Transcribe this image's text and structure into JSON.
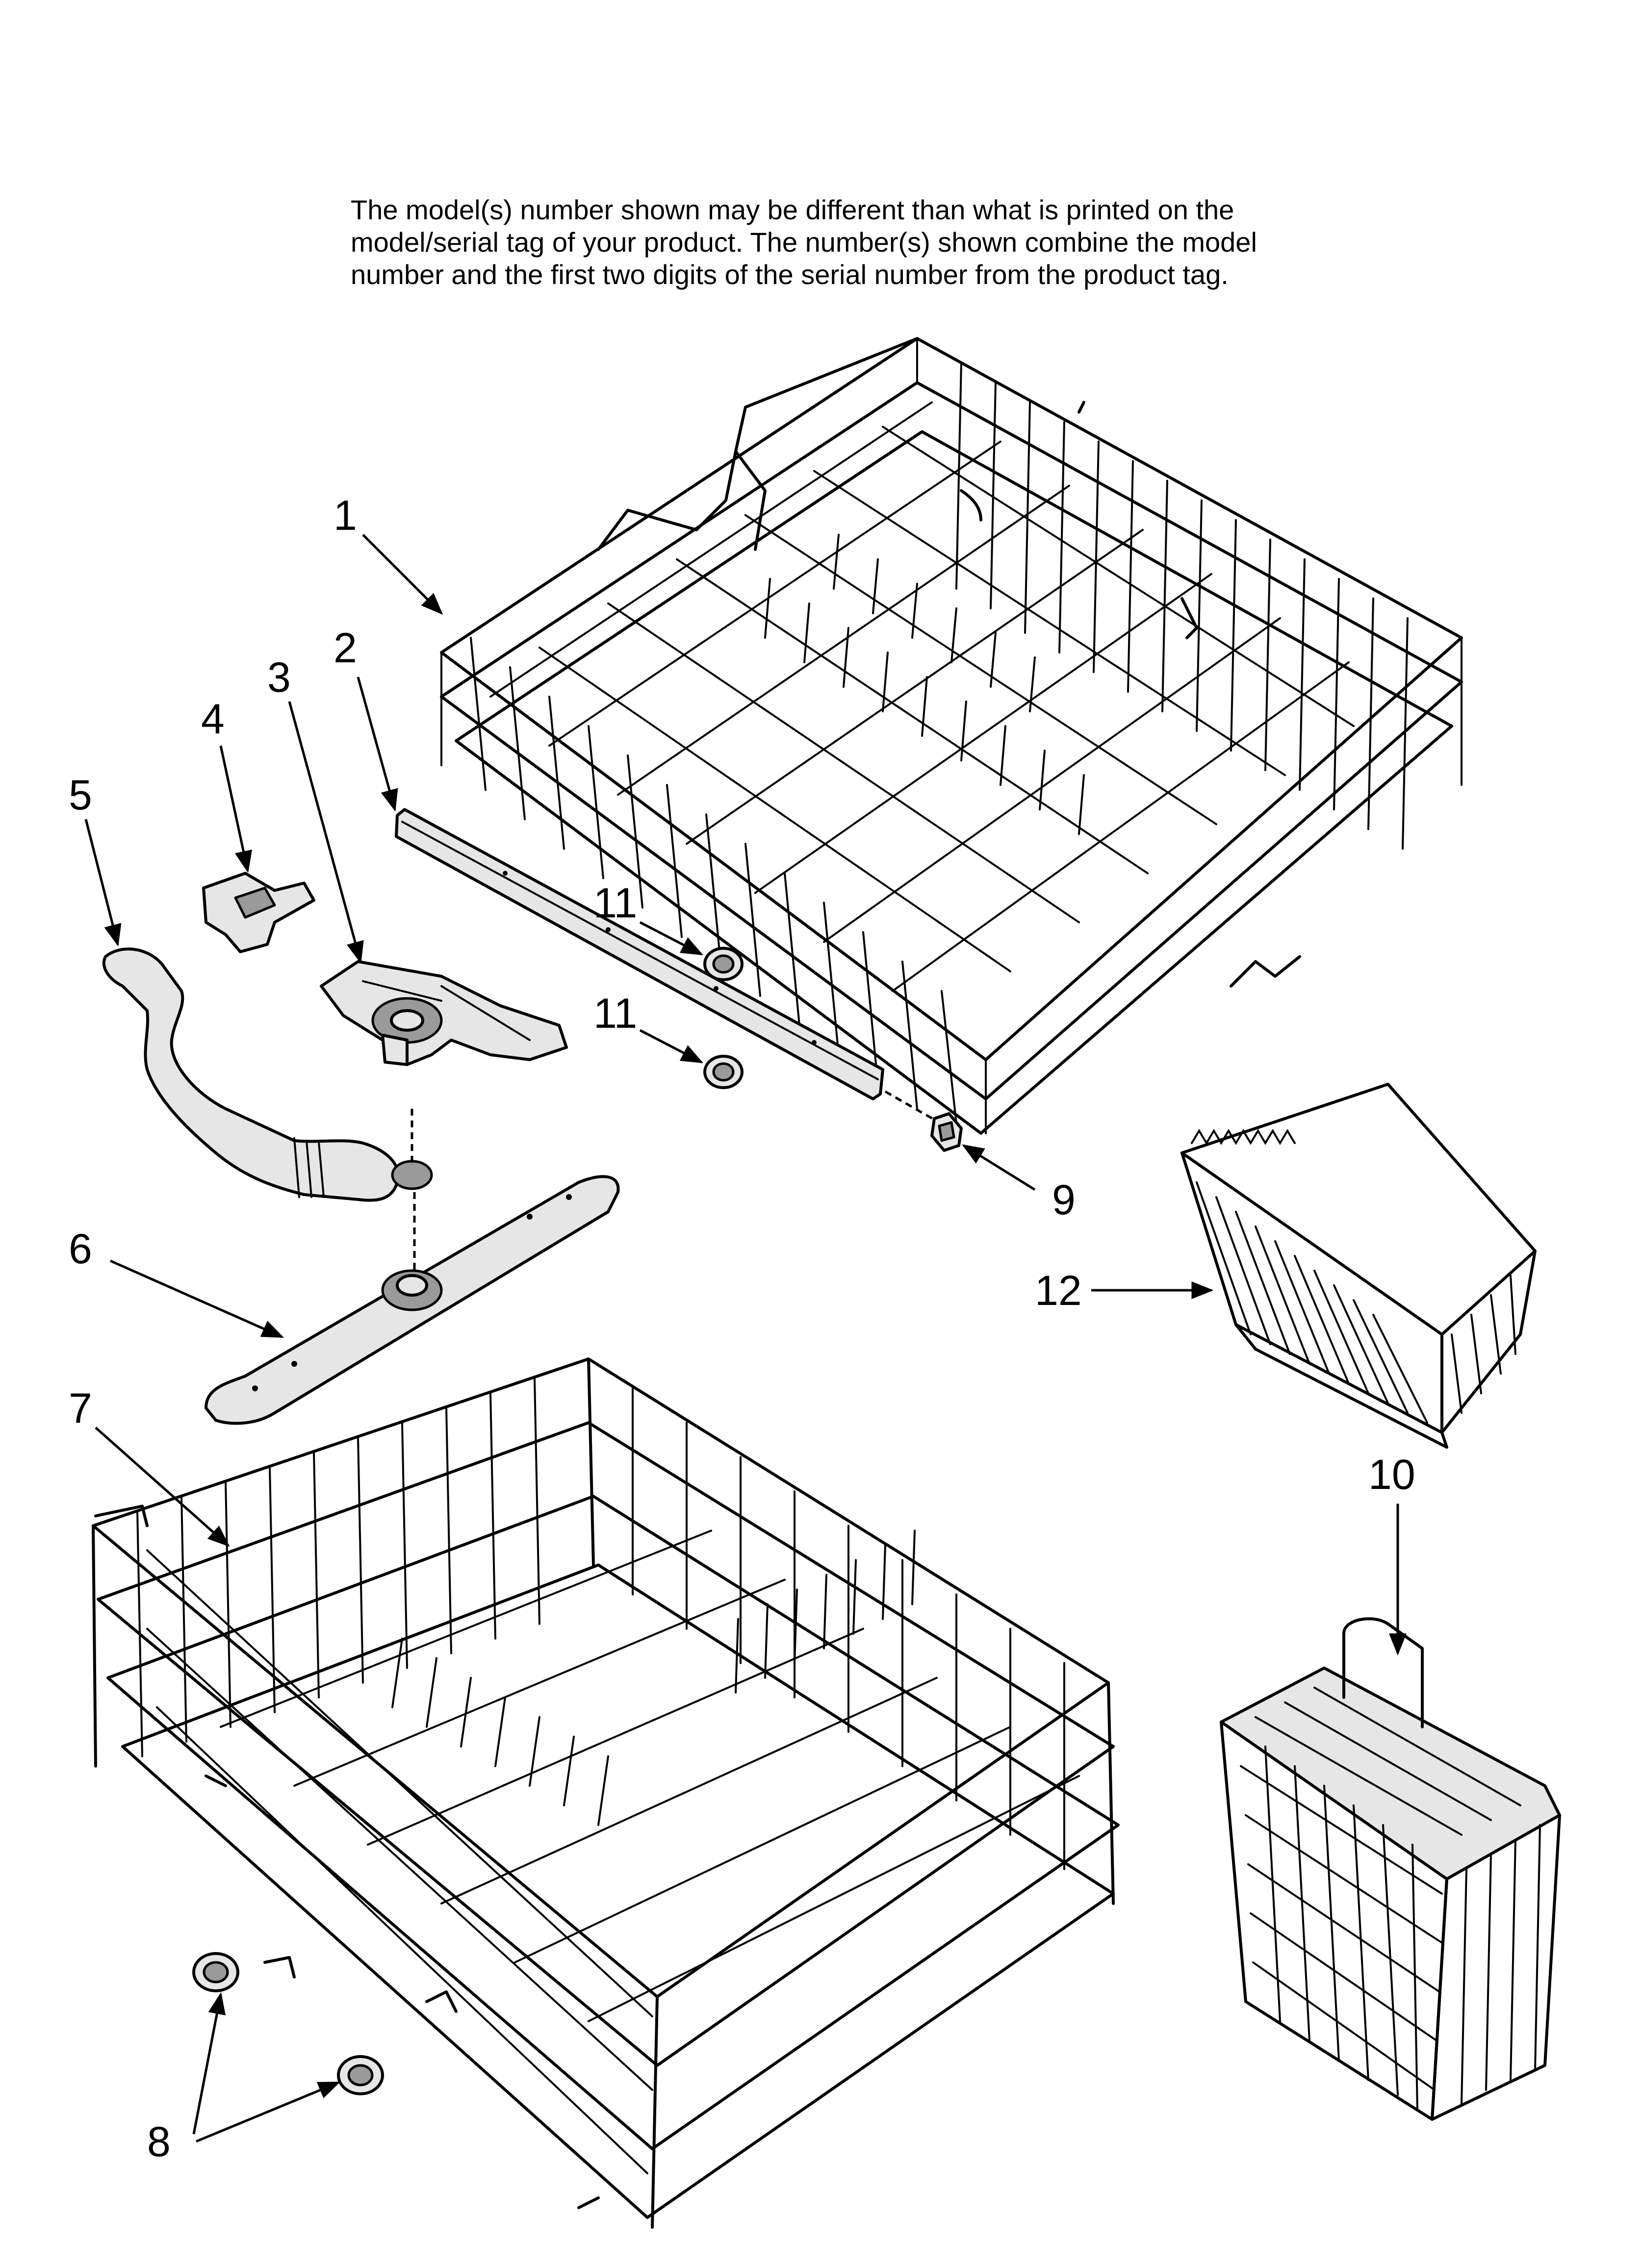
{
  "notice": {
    "lines": [
      "The model(s) number shown may be different than what is printed on the",
      "model/serial tag of your product. The number(s) shown combine the model",
      "number and the first two digits of the serial number from the product tag."
    ]
  },
  "callouts": {
    "c1": "1",
    "c2": "2",
    "c3": "3",
    "c4": "4",
    "c5": "5",
    "c6": "6",
    "c7": "7",
    "c8": "8",
    "c9": "9",
    "c10": "10",
    "c11a": "11",
    "c11b": "11",
    "c12": "12"
  },
  "icons": {
    "upper_rack": "upper-dishrack-icon",
    "lower_rack": "lower-dishrack-icon",
    "rail": "rack-adjuster-rail-icon",
    "spray_arm": "lower-spray-arm-icon",
    "manifold": "spray-manifold-icon",
    "clip": "clip-icon",
    "feed_tube": "feed-tube-icon",
    "wheel": "rack-wheel-icon",
    "end_cap": "end-cap-icon",
    "small_basket": "accessory-basket-icon",
    "silverware_basket": "silverware-basket-icon"
  }
}
